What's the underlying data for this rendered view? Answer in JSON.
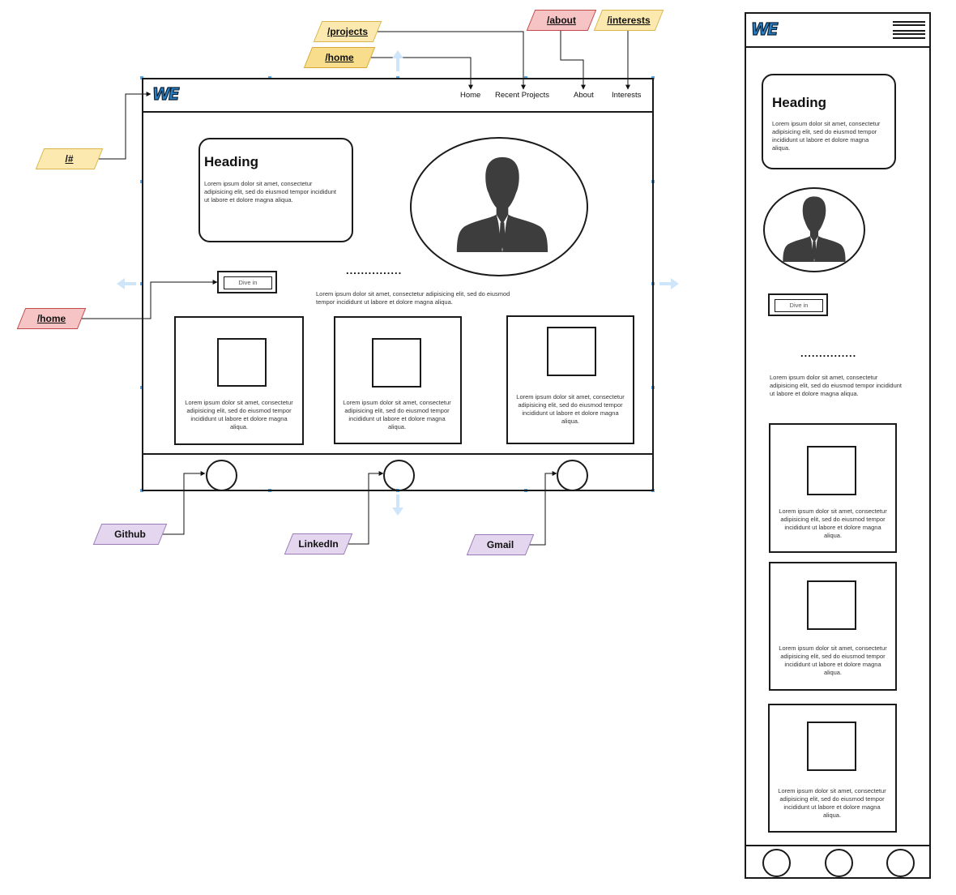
{
  "colors": {
    "route_yellow": "#fbe9b0",
    "route_yellow_border": "#d8b64d",
    "route_red": "#f6c4c4",
    "route_red_border": "#c04a4a",
    "route_purple": "#e3d6ee",
    "route_purple_border": "#9a7bb8",
    "logo_blue": "#2a7fc4",
    "avatar_gray": "#3d3d3d",
    "handle_blue": "#cfe6fa"
  },
  "route_labels": {
    "projects": "/projects",
    "home_top": "/home",
    "about": "/about",
    "interests": "/interests",
    "hash": "/#",
    "home_button": "/home"
  },
  "social_labels": {
    "github": "Github",
    "linkedin": "LinkedIn",
    "gmail": "Gmail"
  },
  "desktop": {
    "logo": "WE",
    "nav": [
      "Home",
      "Recent Projects",
      "About",
      "Interests"
    ],
    "heading": "Heading",
    "heading_text": "Lorem ipsum dolor sit amet, consectetur adipisicing elit, sed do eiusmod tempor incididunt ut labore et dolore magna aliqua.",
    "button_label": "Dive in",
    "section_dots": "...............",
    "section_text": "Lorem ipsum dolor sit amet, consectetur adipisicing elit, sed do eiusmod tempor incididunt ut labore et dolore magna aliqua.",
    "card_text": "Lorem ipsum dolor sit amet, consectetur adipisicing elit, sed do eiusmod tempor incididunt ut labore et dolore magna aliqua."
  },
  "mobile": {
    "logo": "WE",
    "menu_icon": "hamburger-icon",
    "heading": "Heading",
    "heading_text": "Lorem ipsum dolor sit amet, consectetur adipisicing elit, sed do eiusmod tempor incididunt ut labore et dolore magna aliqua.",
    "button_label": "Dive in",
    "section_dots": "...............",
    "section_text": "Lorem ipsum dolor sit amet, consectetur adipisicing elit, sed do eiusmod tempor incididunt ut labore et dolore magna aliqua.",
    "card_text": "Lorem ipsum dolor sit amet, consectetur adipisicing elit, sed do eiusmod tempor incididunt ut labore et dolore magna aliqua."
  }
}
